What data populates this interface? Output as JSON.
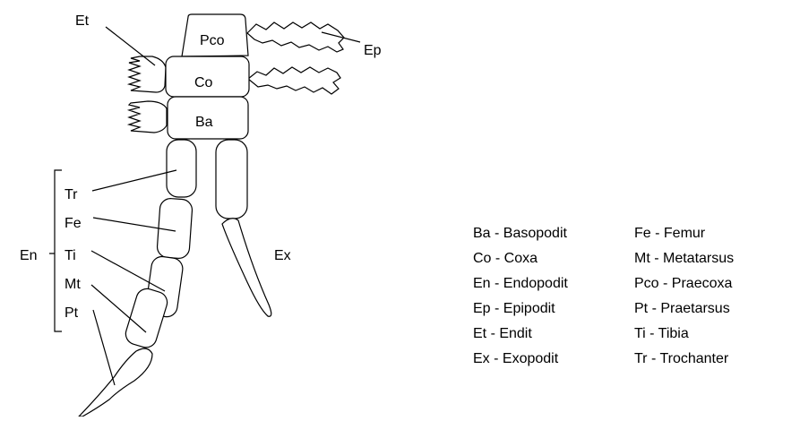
{
  "segments": {
    "praecoxa": "Pco",
    "coxa": "Co",
    "basopodit": "Ba"
  },
  "callouts": {
    "endit": "Et",
    "epipodit": "Ep",
    "exopodit": "Ex",
    "endopodit": "En",
    "trochanter": "Tr",
    "femur": "Fe",
    "tibia": "Ti",
    "metatarsus": "Mt",
    "praetarsus": "Pt"
  },
  "legend": [
    "Ba - Basopodit",
    "Fe - Femur",
    "Co - Coxa",
    "Mt - Metatarsus",
    "En - Endopodit",
    "Pco - Praecoxa",
    "Ep - Epipodit",
    "Pt - Praetarsus",
    "Et - Endit",
    "Ti - Tibia",
    "Ex - Exopodit",
    "Tr - Trochanter"
  ]
}
